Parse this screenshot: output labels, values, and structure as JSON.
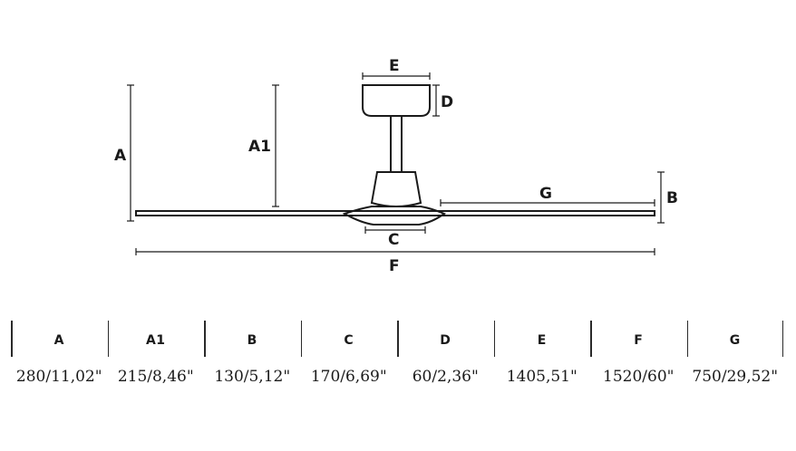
{
  "diagram": {
    "labels": {
      "A": "A",
      "A1": "A1",
      "B": "B",
      "C": "C",
      "D": "D",
      "E": "E",
      "F": "F",
      "G": "G"
    }
  },
  "table": {
    "columns": [
      {
        "key": "A",
        "header": "A",
        "value": "280/11,02\""
      },
      {
        "key": "A1",
        "header": "A1",
        "value": "215/8,46\""
      },
      {
        "key": "B",
        "header": "B",
        "value": "130/5,12\""
      },
      {
        "key": "C",
        "header": "C",
        "value": "170/6,69\""
      },
      {
        "key": "D",
        "header": "D",
        "value": "60/2,36\""
      },
      {
        "key": "E",
        "header": "E",
        "value": "1405,51\""
      },
      {
        "key": "F",
        "header": "F",
        "value": "1520/60\""
      },
      {
        "key": "G",
        "header": "G",
        "value": "750/29,52\""
      }
    ]
  }
}
